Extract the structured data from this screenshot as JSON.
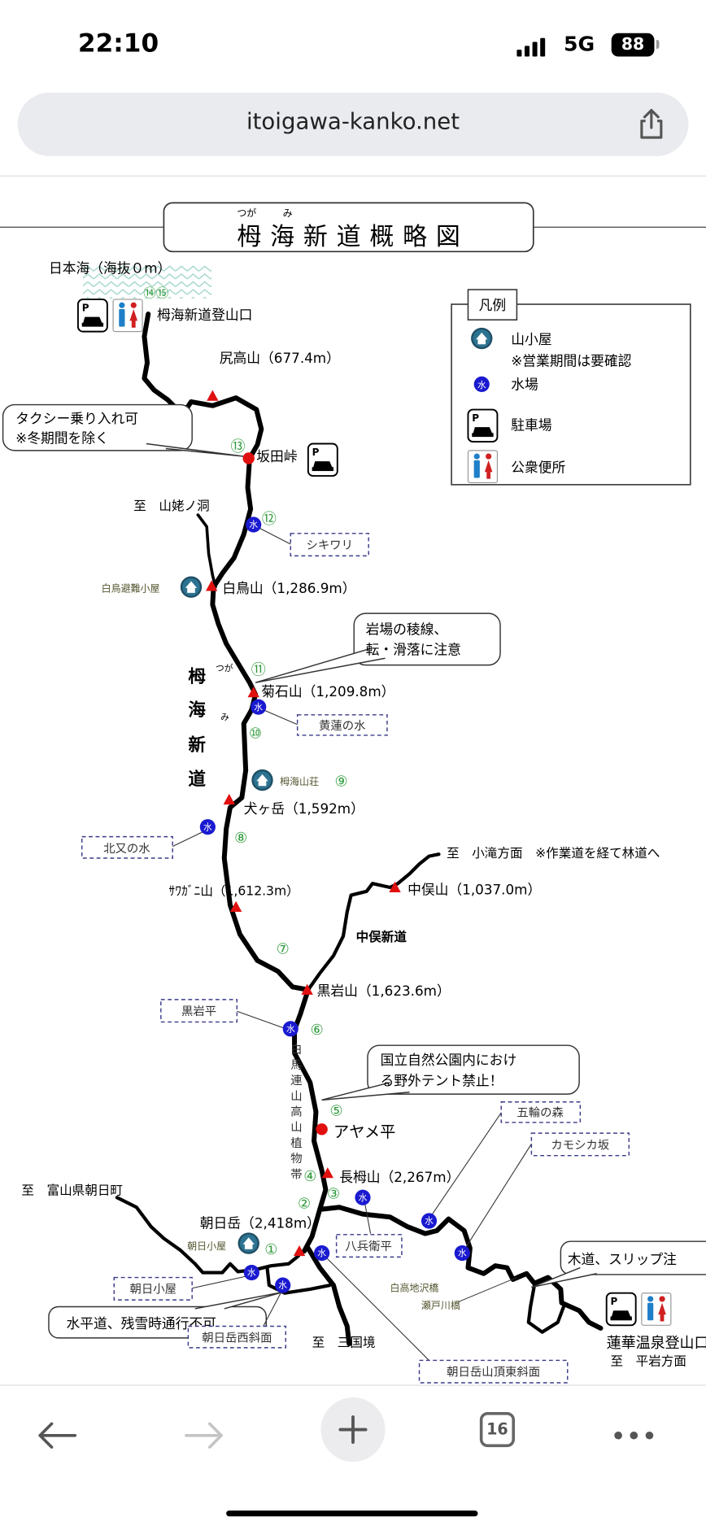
{
  "status_bar": {
    "time": "22:10",
    "network": "5G",
    "battery": "88"
  },
  "browser": {
    "url": "itoigawa-kanko.net",
    "tab_count": "16"
  },
  "map": {
    "title": "栂海新道概略図",
    "title_ruby_1": "つが",
    "title_ruby_2": "み",
    "sea_label": "日本海（海抜０m）",
    "trailhead_north": "栂海新道登山口",
    "trailhead_south": "蓮華温泉登山口",
    "to_hiraiwa": "至　平岩方面",
    "to_yamanba": "至　山姥ノ洞",
    "to_kotaki": "至　小滝方面　※作業道を経て林道へ",
    "to_asahimachi": "至　富山県朝日町",
    "to_mikuni": "至　三国境",
    "route_name_chars": [
      "栂",
      "海",
      "新",
      "道"
    ],
    "route_ruby_1": "つが",
    "route_ruby_2": "み",
    "nakamata_route": "中俣新道",
    "alpine_zone_chars": [
      "白",
      "馬",
      "連",
      "山",
      "高",
      "山",
      "植",
      "物",
      "帯"
    ],
    "water_glyph": "水",
    "legend": {
      "title": "凡例",
      "hut": "山小屋",
      "hut_note": "※営業期間は要確認",
      "water": "水場",
      "parking": "駐車場",
      "toilet": "公衆便所"
    },
    "peaks": {
      "shiritaka": "尻高山（677.4m）",
      "shiratori": "白鳥山（1,286.9m）",
      "kikuishi": "菊石山（1,209.8m）",
      "inugatake": "犬ヶ岳（1,592m）",
      "sawagani": "ｻﾜｶﾞﾆ山（1,612.3m）",
      "nakamata": "中俣山（1,037.0m）",
      "kuroiwa": "黒岩山（1,623.6m）",
      "nagatsuga": "長栂山（2,267m）",
      "asahidake": "朝日岳（2,418m）"
    },
    "points": {
      "sakata": "坂田峠",
      "ayamedaira": "アヤメ平"
    },
    "huts": {
      "shiratori": "白鳥避難小屋",
      "tsugami": "栂海山荘",
      "asahi": "朝日小屋"
    },
    "bridges": {
      "shirataka": "白高地沢橋",
      "setogawa": "瀬戸川橋"
    },
    "water_sources": {
      "shikiwari": "シキワリ",
      "oren": "黄蓮の水",
      "kitamata": "北又の水",
      "kuroiwadaira": "黒岩平",
      "gorin": "五輪の森",
      "kamoshika": "カモシカ坂",
      "hachibei": "八兵衛平",
      "asahigoya": "朝日小屋",
      "west_slope": "朝日岳西斜面",
      "east_slope": "朝日岳山頂東斜面"
    },
    "callouts": {
      "taxi_1": "タクシー乗り入れ可",
      "taxi_2": "※冬期間を除く",
      "rock_1": "岩場の稜線、",
      "rock_2": "転・滑落に注意",
      "tent_1": "国立自然公園内におけ",
      "tent_2": "る野外テント禁止！",
      "snow": "水平道、残雪時通行不可",
      "boardwalk": "木道、スリップ注"
    },
    "markers": {
      "m1": "①",
      "m2": "②",
      "m3": "③",
      "m4": "④",
      "m5": "⑤",
      "m6": "⑥",
      "m7": "⑦",
      "m8": "⑧",
      "m9": "⑨",
      "m10": "⑩",
      "m11": "⑪",
      "m12": "⑫",
      "m13": "⑬",
      "m14_15": "⑭⑮"
    },
    "colors": {
      "trail": "#000000",
      "peak": "#e01010",
      "water": "#1a1ad0",
      "marker": "#2e9a3a",
      "hut": "#1f4f66"
    }
  }
}
